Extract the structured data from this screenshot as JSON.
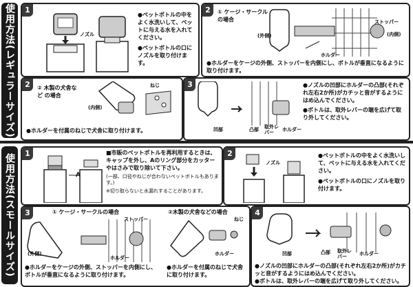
{
  "regular": {
    "title": "使用方法(レギュラーサイズ)",
    "p1": {
      "num": "1",
      "nozzle_label": "ノズル",
      "bullet1": "●ペットボトルの中をよく水洗いして、ペットに与える水を入れてください。",
      "bullet2": "●ペットボトルの口にノズルを取り付けます。"
    },
    "p2": {
      "num": "2",
      "heading": "① ケージ・サークルの場合",
      "outer": "(外側)",
      "inner": "(内側)",
      "stopper": "ストッパー",
      "holder": "ホルダー",
      "note": "●ホルダーをケージの外側、ストッパーを内側にし、ボトルが垂直になるように取り付けます。"
    },
    "p3": {
      "num": "2",
      "heading": "② 木製の犬舎など の場合",
      "inner": "(内側)",
      "screw": "ねじ",
      "note": "●ホルダーを付属のねじで犬舎に取り付けます。"
    },
    "p4": {
      "num": "3",
      "hollow": "凹部",
      "bump": "凸部",
      "lever": "取外レバー",
      "holder": "ホルダー",
      "bullet1": "●ノズルの凹部にホルダーの凸部(それぞれ左右2か所)がカチッと音がするようにはめ込んでください。",
      "bullet2": "●ボトルは、取外レバーの端を広げて取り外してください。"
    }
  },
  "small": {
    "title": "使用方法(スモールサイズ)",
    "p1": {
      "num": "1",
      "a": "A",
      "b1": "■市販のペットボトルを再利用するときは、キャップを外し、Aのリング部分をカッターやはさみで取り除いて下さい。",
      "b2": "(一部、口径やねじが合わないペットボトルもあります。)",
      "b3": "※切り取らないと水漏れすることがあります。"
    },
    "p2": {
      "num": "2",
      "nozzle": "ノズル",
      "bullet1": "●ペットボトルの中をよく水洗いして、ペットに与える水を入れてください。",
      "bullet2": "●ペットボトルの口にノズルを取り付けます。"
    },
    "p3": {
      "num": "3",
      "heading1": "① ケージ・サークルの場合",
      "heading2": "②木製の犬舎などの場合",
      "stopper": "ストッパー",
      "outer": "(外側)",
      "holder": "ホルダー",
      "screw": "ねじ",
      "holder2": "ホルダー",
      "note1": "●ホルダーをケージの外側、ストッパーを内側にし、ボトルが垂直になるように取り付けます。",
      "note2": "●ホルダーを付属のねじで犬舎に取り付けます。"
    },
    "p4": {
      "num": "4",
      "hollow": "凹部",
      "bump": "凸部",
      "lever": "取外レバー",
      "holder": "ホルダー",
      "bullet1": "●ノズルの凹部にホルダーの凸部(それぞれ左右2か所)がカチッと音がするようにはめ込んでください。",
      "bullet2": "●ボトルは、取外レバーの端を広げて取り外してください。"
    }
  }
}
